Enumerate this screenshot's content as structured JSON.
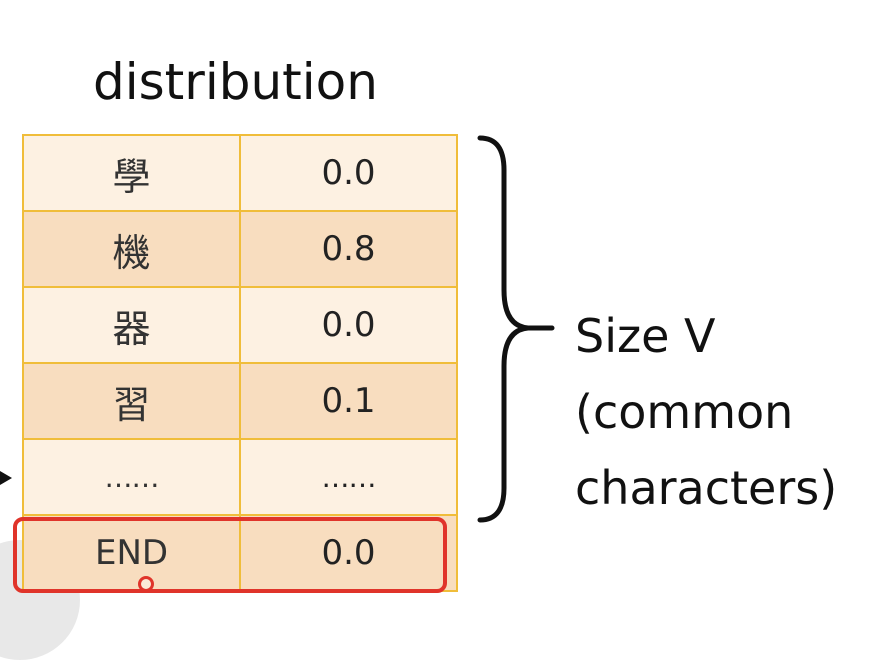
{
  "title": "distribution",
  "rows": [
    {
      "char": "學",
      "prob": "0.0"
    },
    {
      "char": "機",
      "prob": "0.8"
    },
    {
      "char": "器",
      "prob": "0.0"
    },
    {
      "char": "習",
      "prob": "0.1"
    },
    {
      "char": "……",
      "prob": "……"
    },
    {
      "char": "END",
      "prob": "0.0"
    }
  ],
  "annotation": {
    "line1": "Size V",
    "line2": "(common",
    "line3": "characters)"
  },
  "colors": {
    "grid": "#f0bd3a",
    "row_light": "#fdf1e2",
    "row_dark": "#f8ddbf",
    "highlight": "#e0342a"
  }
}
